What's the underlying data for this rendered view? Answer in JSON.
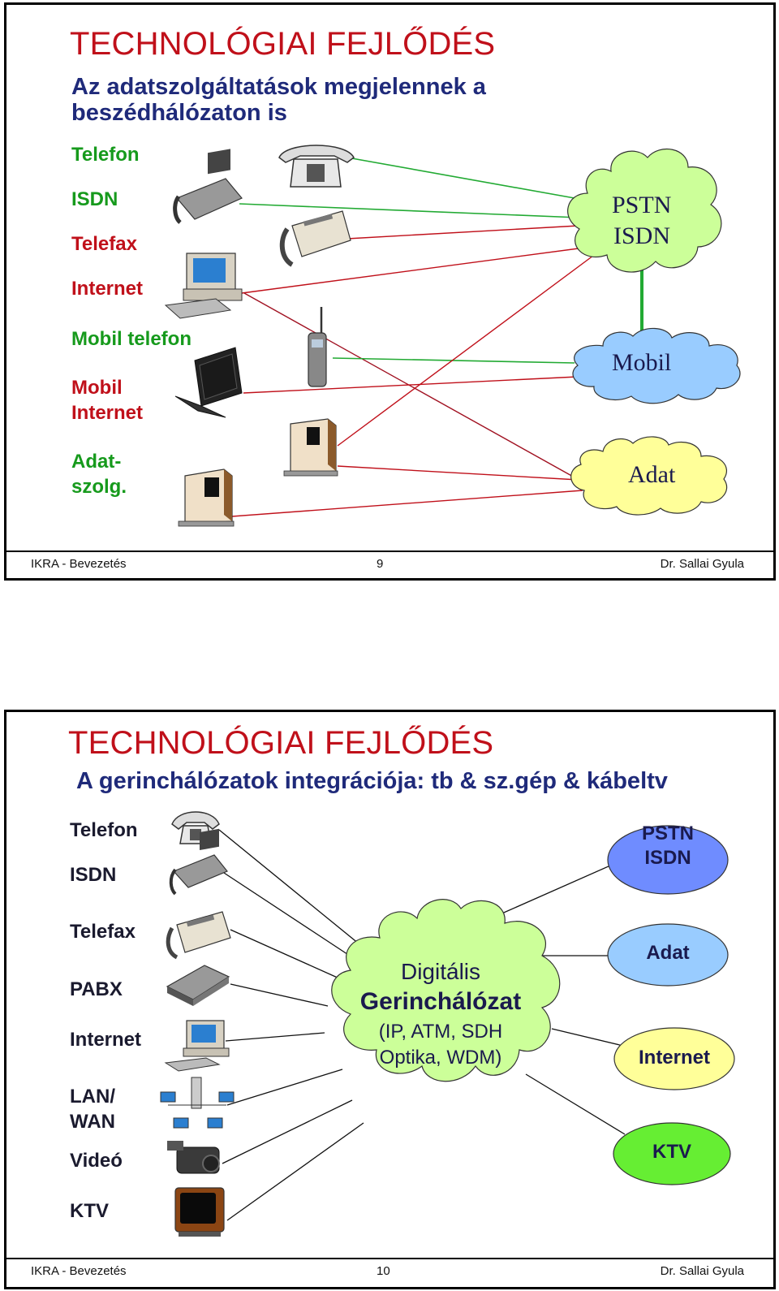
{
  "slide1": {
    "title": "TECHNOLÓGIAI FEJLŐDÉS",
    "subtitle_line1": "Az adatszolgáltatások megjelennek a",
    "subtitle_line2": "beszédhálózaton is",
    "labels": {
      "telefon": "Telefon",
      "isdn": "ISDN",
      "telefax": "Telefax",
      "internet": "Internet",
      "mobil_telefon": "Mobil telefon",
      "mobil_internet_1": "Mobil",
      "mobil_internet_2": "Internet",
      "adatszolg_1": "Adat-",
      "adatszolg_2": "szolg."
    },
    "clouds": {
      "pstn_1": "PSTN",
      "pstn_2": "ISDN",
      "mobil": "Mobil",
      "adat": "Adat"
    },
    "footer": {
      "left": "IKRA  - Bevezetés",
      "page": "9",
      "right": "Dr. Sallai Gyula"
    }
  },
  "slide2": {
    "title": "TECHNOLÓGIAI FEJLŐDÉS",
    "subtitle": "A gerinchálózatok integrációja: tb & sz.gép & kábeltv",
    "labels": {
      "telefon": "Telefon",
      "isdn": "ISDN",
      "telefax": "Telefax",
      "pabx": "PABX",
      "internet": "Internet",
      "lan_1": "LAN/",
      "lan_2": "WAN",
      "video": "Videó",
      "ktv": "KTV"
    },
    "backbone": {
      "line1": "Digitális",
      "line2": "Gerinchálózat",
      "line3": "(IP, ATM, SDH",
      "line4": "Optika, WDM)"
    },
    "ellipses": {
      "pstn_1": "PSTN",
      "pstn_2": "ISDN",
      "adat": "Adat",
      "internet": "Internet",
      "ktv": "KTV"
    },
    "footer": {
      "left": "IKRA  - Bevezetés",
      "page": "10",
      "right": "Dr. Sallai Gyula"
    }
  },
  "colors": {
    "title_red": "#c0101a",
    "subtitle_navy": "#1f2a7a",
    "label_green": "#169a1c",
    "cloud_green": "#ccff99",
    "cloud_blue": "#99ccff",
    "cloud_yellow": "#ffff99",
    "ellipse_pstn": "#6f8cff",
    "ellipse_adat": "#99ccff",
    "ellipse_internet": "#ffff99",
    "ellipse_ktv": "#66ee33"
  }
}
